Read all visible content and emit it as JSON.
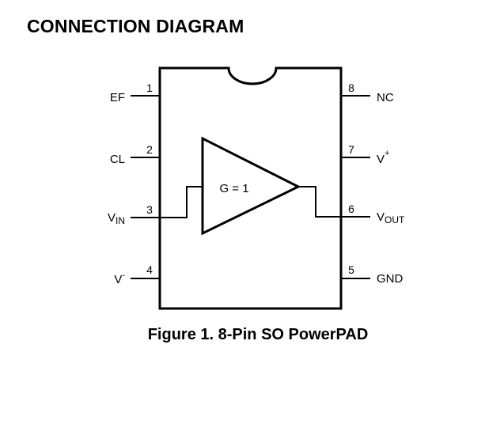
{
  "heading": "CONNECTION DIAGRAM",
  "amplifier_label": "G = 1",
  "caption": "Figure 1. 8-Pin SO PowerPAD",
  "pins": [
    {
      "number": "1",
      "name": "EF"
    },
    {
      "number": "2",
      "name": "CL"
    },
    {
      "number": "3",
      "name": "V",
      "sub": "IN"
    },
    {
      "number": "4",
      "name": "V",
      "sup": "-"
    },
    {
      "number": "5",
      "name": "GND"
    },
    {
      "number": "6",
      "name": "V",
      "sub": "OUT"
    },
    {
      "number": "7",
      "name": "V",
      "sup": "+"
    },
    {
      "number": "8",
      "name": "NC"
    }
  ]
}
